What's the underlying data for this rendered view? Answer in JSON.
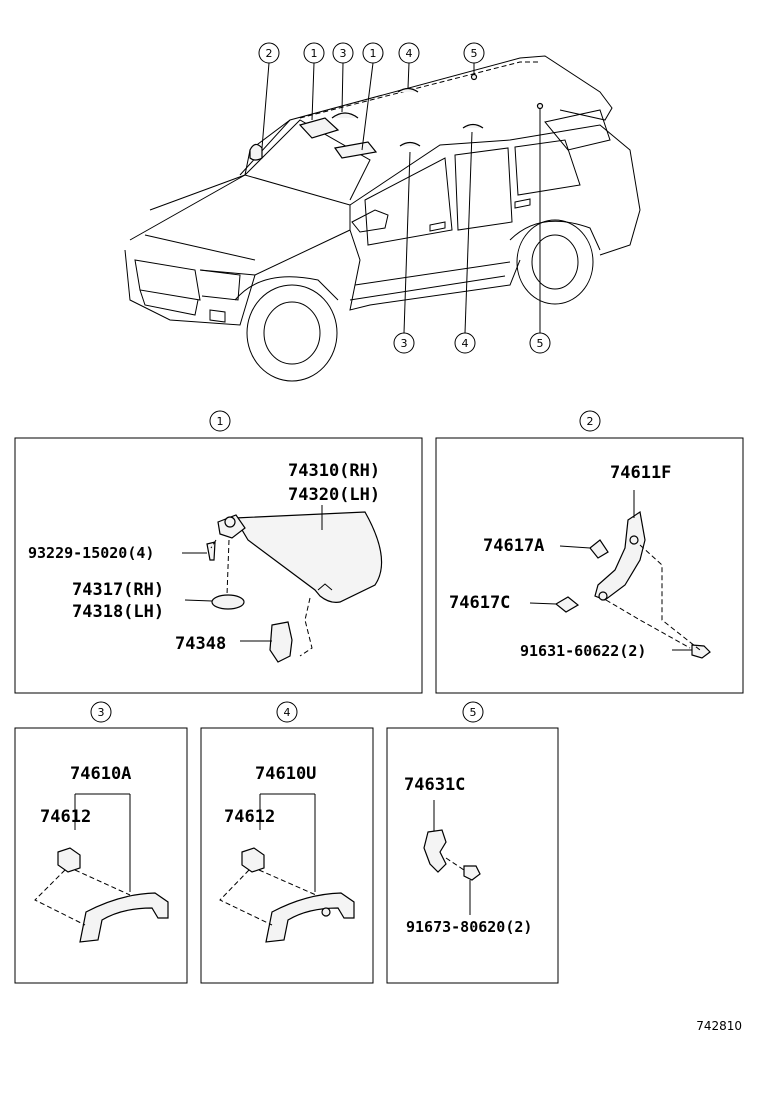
{
  "callouts": {
    "c1": "1",
    "c2": "2",
    "c3": "3",
    "c4": "4",
    "c5": "5"
  },
  "panel1": {
    "p1": "74310(RH)",
    "p2": "74320(LH)",
    "p3": "93229-15020(4)",
    "p4": "74317(RH)",
    "p5": "74318(LH)",
    "p6": "74348"
  },
  "panel2": {
    "p1": "74611F",
    "p2": "74617A",
    "p3": "74617C",
    "p4": "91631-60622(2)"
  },
  "panel3": {
    "p1": "74610A",
    "p2": "74612"
  },
  "panel4": {
    "p1": "74610U",
    "p2": "74612"
  },
  "panel5": {
    "p1": "74631C",
    "p2": "91673-80620(2)"
  },
  "figure_ref": "742810"
}
